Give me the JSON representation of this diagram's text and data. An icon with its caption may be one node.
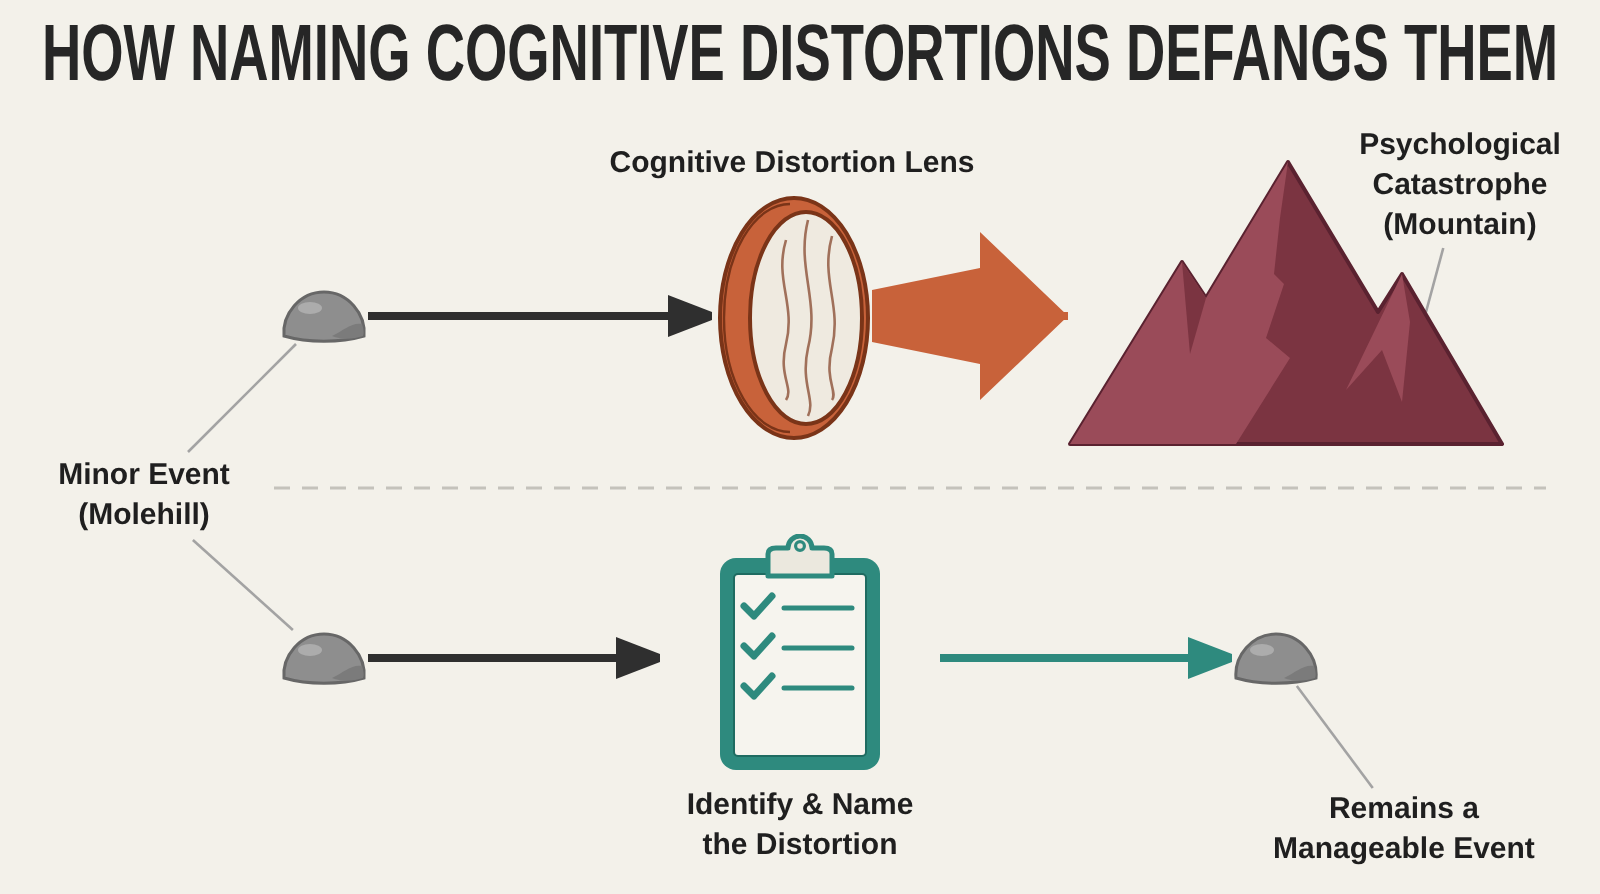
{
  "diagram": {
    "title": "HOW NAMING COGNITIVE DISTORTIONS DEFANGS THEM",
    "nodes": [
      {
        "text": [
          "Minor Event (Molehill)"
        ]
      },
      {
        "text": [],
        "shape": "picture"
      },
      {
        "text": [
          "Cognitive Distortion Lens"
        ]
      },
      {
        "text": [],
        "shape": "picture"
      },
      {
        "text": [
          "Psychological Catastrophe (Mountain)"
        ]
      },
      {
        "text": [],
        "shape": "picture"
      },
      {
        "text": [
          "Identify & Name the Distortion"
        ]
      },
      {
        "text": [],
        "shape": "picture"
      },
      {
        "text": [
          "Remains a Manageable Event"
        ]
      }
    ],
    "edges": [
      {
        "from": 1,
        "to": 2,
        "arrow": "to",
        "style": "thick",
        "color": "#2f2f2f"
      },
      {
        "from": 2,
        "to": 3,
        "arrow": "to",
        "style": "thick",
        "color": "#c8623a"
      },
      {
        "from": 5,
        "to": 6,
        "arrow": "to",
        "style": "thick",
        "color": "#2f2f2f"
      },
      {
        "from": 6,
        "to": 7,
        "arrow": "to",
        "style": "thick",
        "color": "#2e8a7e"
      },
      {
        "from": 0,
        "to": 1,
        "arrow": "none"
      },
      {
        "from": 0,
        "to": 5,
        "arrow": "none"
      },
      {
        "from": 4,
        "to": 3,
        "arrow": "none"
      },
      {
        "from": 8,
        "to": 7,
        "arrow": "none"
      }
    ]
  }
}
